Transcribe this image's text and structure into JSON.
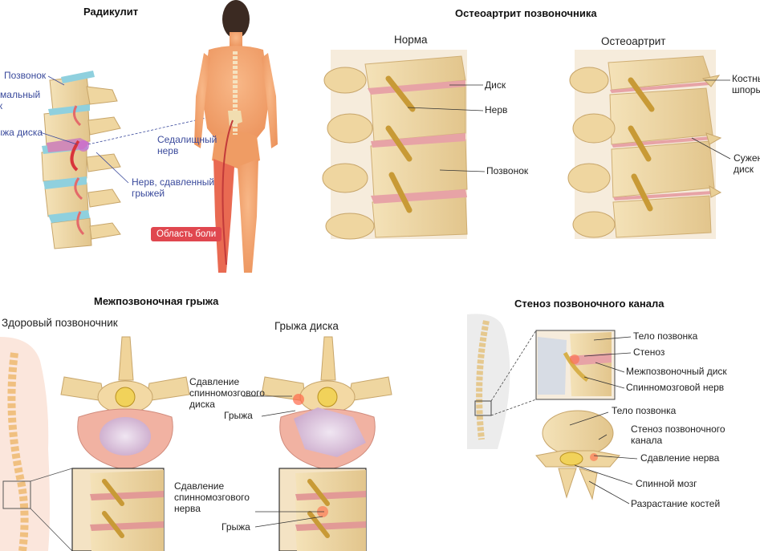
{
  "panels": {
    "radiculitis": {
      "title": "Радикулит",
      "labels": {
        "vertebra": "Позвонок",
        "normal_disc": "Нормальный диск",
        "disc_herniation": "Грыжа диска",
        "sciatic_nerve": "Седалищный нерв",
        "compressed_nerve": "Нерв, сдавленный грыжей",
        "pain_area": "Область боли"
      },
      "colors": {
        "label_blue": "#3a4a9c",
        "pain_badge": "#e0474f",
        "skin": "#f2a06c"
      }
    },
    "osteoarthritis": {
      "title": "Остеоартрит позвоночника",
      "normal": {
        "subtitle": "Норма",
        "labels": {
          "disc": "Диск",
          "nerve": "Нерв",
          "vertebra": "Позвонок"
        }
      },
      "affected": {
        "subtitle": "Остеоартрит",
        "labels": {
          "bone_spur": "Костные шпоры",
          "narrowed_disc": "Суженный диск"
        }
      }
    },
    "herniation": {
      "title": "Межпозвоночная грыжа",
      "healthy": {
        "subtitle": "Здоровый позвоночник"
      },
      "hernia": {
        "subtitle": "Грыжа диска",
        "labels": {
          "cord_compression_disc": "Сдавление спинномозгового диска",
          "hernia_top": "Грыжа",
          "cord_compression_nerve": "Сдавление спинномозгового нерва",
          "hernia_bottom": "Грыжа"
        }
      }
    },
    "stenosis": {
      "title": "Стеноз позвоночного канала",
      "labels": {
        "vertebral_body_top": "Тело позвонка",
        "stenosis": "Стеноз",
        "intervertebral_disc": "Межпозвоночный диск",
        "spinal_nerve": "Спинномозговой нерв",
        "vertebral_body_bottom": "Тело позвонка",
        "canal_stenosis": "Стеноз позвоночного канала",
        "nerve_compression": "Сдавление нерва",
        "spinal_cord": "Спинной мозг",
        "bone_growth": "Разрастание костей"
      }
    }
  }
}
